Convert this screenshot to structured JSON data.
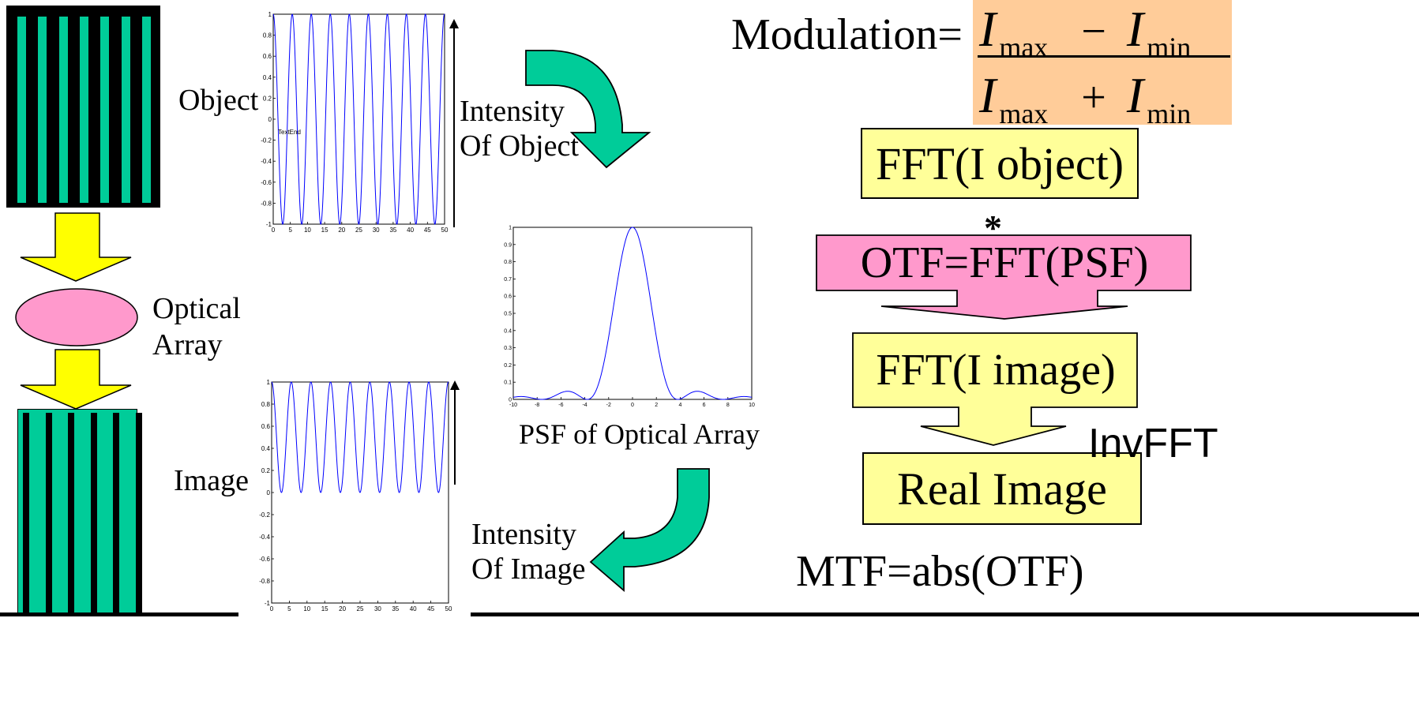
{
  "labels": {
    "object": "Object",
    "intensity_object_1": "Intensity",
    "intensity_object_2": "Of Object",
    "optical_array_1": "Optical",
    "optical_array_2": "Array",
    "image": "Image",
    "psf_caption": "PSF of Optical Array",
    "intensity_image_1": "Intensity",
    "intensity_image_2": "Of Image",
    "textend": "TextEnd"
  },
  "formula": {
    "prefix": "Modulation=",
    "I": "I",
    "max": "max",
    "min": "min",
    "minus": "−",
    "plus": "+"
  },
  "flow": {
    "fft_object": "FFT(I object)",
    "convolve": "*",
    "otf": "OTF=FFT(PSF)",
    "fft_image": "FFT(I image)",
    "invfft": "InvFFT",
    "real_image": "Real Image",
    "mtf": "MTF=abs(OTF)"
  },
  "colors": {
    "green": "#00cc99",
    "yellow": "#ffff00",
    "pink": "#ff99cc",
    "light_yellow": "#ffff99",
    "peach": "#ffcc99",
    "plot_line": "#0000ff"
  },
  "chart_data": [
    {
      "type": "line",
      "name": "object-intensity",
      "xlim": [
        0,
        50
      ],
      "ylim": [
        -1,
        1
      ],
      "xticks": [
        "0",
        "5",
        "10",
        "15",
        "20",
        "25",
        "30",
        "35",
        "40",
        "45",
        "50"
      ],
      "yticks": [
        "-1",
        "-0.8",
        "-0.6",
        "-0.4",
        "-0.2",
        "0",
        "0.2",
        "0.4",
        "0.6",
        "0.8",
        "1"
      ],
      "function": "cos",
      "period": 5.55,
      "amplitude": 1,
      "offset": 0
    },
    {
      "type": "line",
      "name": "psf",
      "xlim": [
        -10,
        10
      ],
      "ylim": [
        0,
        1
      ],
      "xticks": [
        "-10",
        "-8",
        "-6",
        "-4",
        "-2",
        "0",
        "2",
        "4",
        "6",
        "8",
        "10"
      ],
      "yticks": [
        "0",
        "0.1",
        "0.2",
        "0.3",
        "0.4",
        "0.5",
        "0.6",
        "0.7",
        "0.8",
        "0.9",
        "1"
      ],
      "function": "airy",
      "first_zero": 3.8
    },
    {
      "type": "line",
      "name": "image-intensity",
      "xlim": [
        0,
        50
      ],
      "ylim": [
        -1,
        1
      ],
      "xticks": [
        "0",
        "5",
        "10",
        "15",
        "20",
        "25",
        "30",
        "35",
        "40",
        "45",
        "50"
      ],
      "yticks": [
        "-1",
        "-0.8",
        "-0.6",
        "-0.4",
        "-0.2",
        "0",
        "0.2",
        "0.4",
        "0.6",
        "0.8",
        "1"
      ],
      "function": "cos",
      "period": 5.55,
      "amplitude": 0.5,
      "offset": 0.5
    }
  ]
}
